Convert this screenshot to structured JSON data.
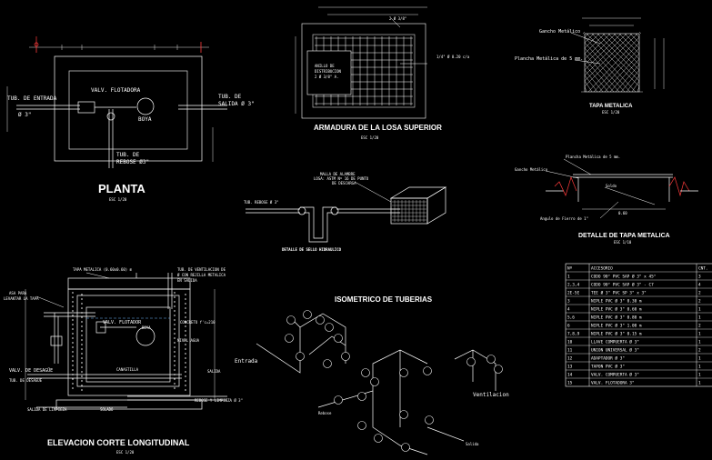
{
  "planta": {
    "title": "PLANTA",
    "scale": "ESC 1/20",
    "valv_flotadora": "VALV. FLOTADORA",
    "boya": "BOYA",
    "tub_entrada": "TUB. DE ENTRADA",
    "tub_entrada_dia": "Ø 3\"",
    "tub_salida": "TUB. DE",
    "tub_salida2": "SALIDA Ø 3\"",
    "tub_rebose": "TUB. DE",
    "tub_rebose2": "REBOSE Ø3\""
  },
  "armadura": {
    "title": "ARMADURA DE LA LOSA SUPERIOR",
    "scale": "ESC 1/20",
    "note_top": "2 Ø 3/8\"",
    "note_right": "1/4\" Ø 0.20 c/a",
    "center_label_1": "ANILLO DE",
    "center_label_2": "DISTRIBUCION",
    "center_label_3": "2 Ø 3/8\" A."
  },
  "tapa": {
    "title": "TAPA METALICA",
    "scale": "ESC 1/20",
    "gancho": "Gancho Metálico",
    "plancha": "Plancha Metálica de 5 mm."
  },
  "detalle_tapa": {
    "title": "DETALLE DE TAPA METALICA",
    "scale": "ESC 1/10",
    "plancha": "Plancha Metálica de 5 mm.",
    "gancho": "Gancho Metálico",
    "sodo": "Soldo",
    "angulo": "Angulo de Fierro de 1\"",
    "dim": "0.60"
  },
  "sello": {
    "title": "DETALLE DE SELLO HIDRAULICO",
    "tubo_rebose": "TUB. REBOSE Ø 3\"",
    "malla_1": "MALLA DE ALAMBRE",
    "malla_2": "LOSA: ASTM Nº 16 DE PUNTO",
    "malla_3": "DE DESCARGA"
  },
  "elevacion": {
    "title": "ELEVACION CORTE LONGITUDINAL",
    "scale": "ESC 1/20",
    "tapa_metalica": "TAPA METALICA (0.60x0.60) m",
    "tub_ventilacion_1": "TUB. DE VENTILACION DE",
    "tub_ventilacion_2": "Ø CON REJILLA METALICA",
    "tub_ventilacion_3": "EN SALIDA",
    "levantar_1": "ASA PARA",
    "levantar_2": "LEVANTAR LA TAPA",
    "valv_flotador": "VALV. FLOTADOR",
    "boya": "BOYA",
    "concreto": "CONCRETO f'c=210",
    "canastilla": "CANASTILLA",
    "salida": "SALIDA",
    "valv_desagüe": "VALV. DE DESAGÜE",
    "tub_desagüe": "TUB. DE DESAGÜE",
    "salida_limpieza": "SALIDA DE LIMPIEZA",
    "rebose_limpieza": "REBOSE Y LIMPIEZA Ø 3\"",
    "solado": "SOLADO",
    "nivel": "NIVEL AGUA"
  },
  "isometrico": {
    "title": "ISOMETRICO DE TUBERIAS",
    "entrada": "Entrada",
    "rebose": "Rebose",
    "salida": "Salida",
    "ventilacion": "Ventilacion"
  },
  "accesorios": {
    "headers": [
      "Nº",
      "ACCESORIO",
      "CNT."
    ],
    "rows": [
      [
        "1",
        "CODO 90° PVC SAP Ø 3\" x 45°",
        "3"
      ],
      [
        "2,3,4",
        "CODO 90° PVC SAP Ø 3\" - C7",
        "4"
      ],
      [
        "2E-5E",
        "TEE Ø 3\" PVC SP 3\" x 3\"",
        "2"
      ],
      [
        "3",
        "NIPLE PVC Ø 3\" 0.30 m",
        "2"
      ],
      [
        "4",
        "NIPLE PVC Ø 3\" 0.60 m",
        "1"
      ],
      [
        "5,6",
        "NIPLE PVC Ø 3\" 0.80 m",
        "1"
      ],
      [
        "6",
        "NIPLE PVC Ø 3\" 1.00 m",
        "2"
      ],
      [
        "7,8,9",
        "NIPLE PVC Ø 3\" 0.15 m",
        "1"
      ],
      [
        "10",
        "LLAVE COMPUERTA Ø 3\"",
        "1"
      ],
      [
        "11",
        "UNION UNIVERSAL Ø 3\"",
        "2"
      ],
      [
        "12",
        "ADAPTADOR Ø 3\"",
        "1"
      ],
      [
        "13",
        "TAPON PVC Ø 3\"",
        "1"
      ],
      [
        "14",
        "VALV. COMPUERTA Ø 3\"",
        "1"
      ],
      [
        "15",
        "VALV. FLOTADORA 3\"",
        "1"
      ]
    ]
  }
}
